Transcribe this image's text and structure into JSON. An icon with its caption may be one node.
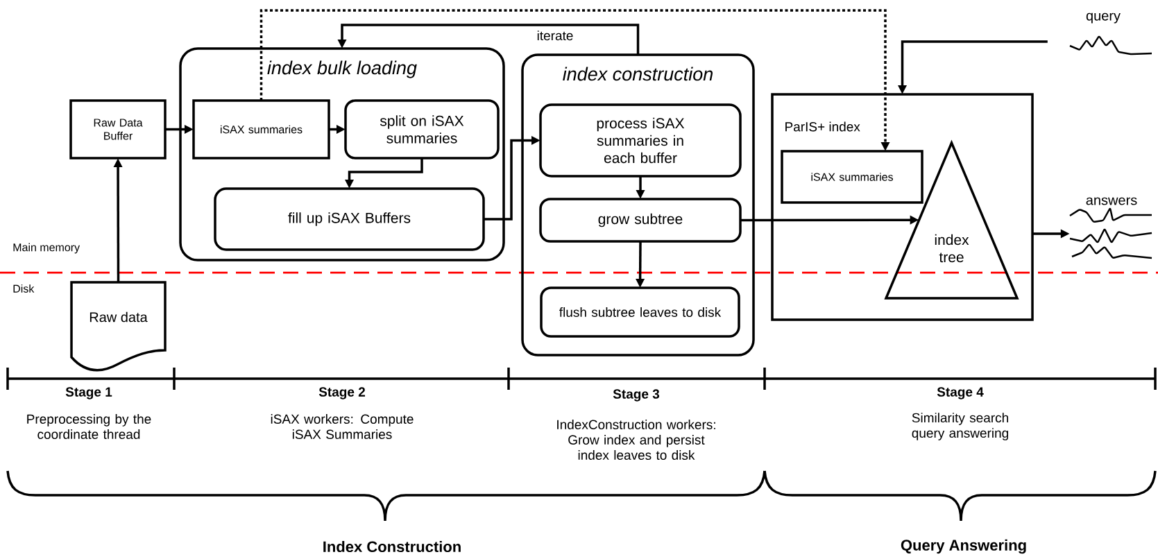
{
  "diagram": {
    "nodes": [
      {
        "text": [
          "Raw Data Buffer"
        ]
      },
      {
        "text": [
          "index bulk loading"
        ]
      },
      {
        "text": [
          "iSAX summaries"
        ],
        "in": 1
      },
      {
        "text": [
          "split on iSAX summaries"
        ],
        "in": 1
      },
      {
        "text": [
          "fill up iSAX Buffers"
        ],
        "in": 1
      },
      {
        "text": [
          "index construction"
        ]
      },
      {
        "text": [
          "process iSAX summaries in each buffer"
        ],
        "in": 5
      },
      {
        "text": [
          "grow subtree"
        ],
        "in": 5
      },
      {
        "text": [
          "flush subtree leaves to disk"
        ],
        "in": 5
      },
      {
        "text": [
          "ParIS+ index"
        ]
      },
      {
        "text": [
          "iSAX summaries"
        ],
        "in": 9
      },
      {
        "text": [
          "index tree"
        ],
        "in": 9
      },
      {
        "text": [
          "Raw data"
        ]
      },
      {
        "text": [
          "query"
        ]
      },
      {
        "text": [
          "answers"
        ]
      }
    ],
    "edges": [
      {
        "from": 0,
        "to": 2,
        "arrow": "to"
      },
      {
        "from": 2,
        "to": 3,
        "arrow": "to"
      },
      {
        "from": 3,
        "to": 4,
        "arrow": "to"
      },
      {
        "from": 4,
        "to": 6,
        "arrow": "to"
      },
      {
        "from": 6,
        "to": 7,
        "arrow": "to"
      },
      {
        "from": 7,
        "to": 8,
        "arrow": "to"
      },
      {
        "from": 7,
        "to": 11,
        "arrow": "to"
      },
      {
        "from": 12,
        "to": 0,
        "arrow": "to"
      },
      {
        "from": 2,
        "to": 10,
        "arrow": "to",
        "style": "dashed"
      },
      {
        "from": 5,
        "to": 1,
        "arrow": "to",
        "label": "iterate"
      },
      {
        "from": 13,
        "to": 9,
        "arrow": "to"
      },
      {
        "from": 9,
        "to": 14,
        "arrow": "to"
      }
    ],
    "labels": [
      "Main memory",
      "Disk",
      "Stage 1",
      "Preprocessing by the coordinate thread",
      "Stage 2",
      "iSAX workers: Compute iSAX Summaries",
      "Stage 3",
      "IndexConstruction workers: Grow index and persist index leaves to disk",
      "Stage 4",
      "Similarity search query answering",
      "Index Construction",
      "Query Answering"
    ]
  }
}
